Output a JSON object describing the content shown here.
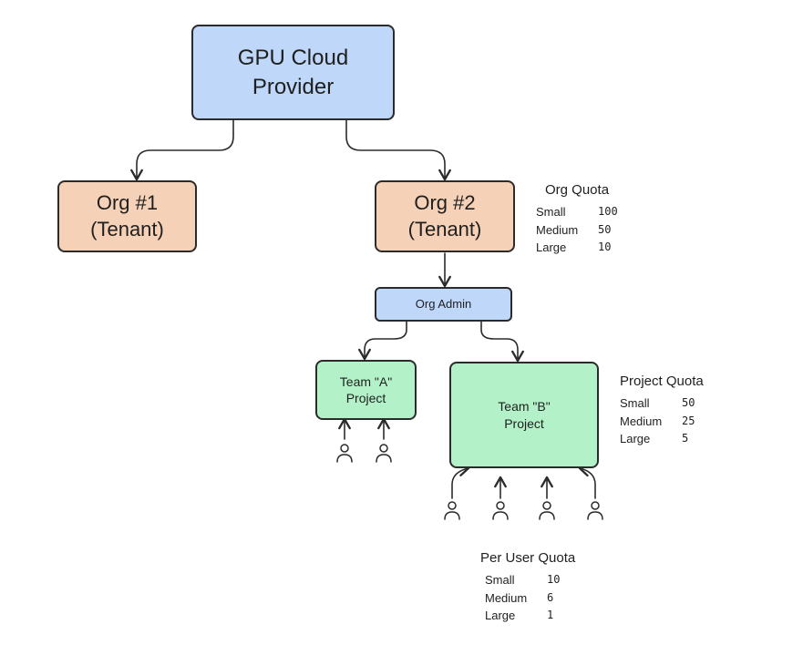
{
  "nodes": {
    "provider": [
      "GPU Cloud",
      "Provider"
    ],
    "org1": [
      "Org #1",
      "(Tenant)"
    ],
    "org2": [
      "Org #2",
      "(Tenant)"
    ],
    "org_admin": "Org Admin",
    "team_a": [
      "Team \"A\"",
      "Project"
    ],
    "team_b": [
      "Team \"B\"",
      "Project"
    ]
  },
  "org_quota": {
    "title": "Org Quota",
    "rows": [
      {
        "label": "Small",
        "value": "100"
      },
      {
        "label": "Medium",
        "value": "50"
      },
      {
        "label": "Large",
        "value": "10"
      }
    ]
  },
  "project_quota": {
    "title": "Project Quota",
    "rows": [
      {
        "label": "Small",
        "value": "50"
      },
      {
        "label": "Medium",
        "value": "25"
      },
      {
        "label": "Large",
        "value": "5"
      }
    ]
  },
  "user_quota": {
    "title": "Per User Quota",
    "rows": [
      {
        "label": "Small",
        "value": "10"
      },
      {
        "label": "Medium",
        "value": "6"
      },
      {
        "label": "Large",
        "value": "1"
      }
    ]
  },
  "icons": {
    "user": "user-icon",
    "arrow": "arrow-icon"
  },
  "colors": {
    "provider": "#bfd7f9",
    "tenant": "#f5d1b7",
    "admin": "#bfd7f9",
    "project": "#b3f2c8",
    "stroke": "#2b2b2b"
  }
}
